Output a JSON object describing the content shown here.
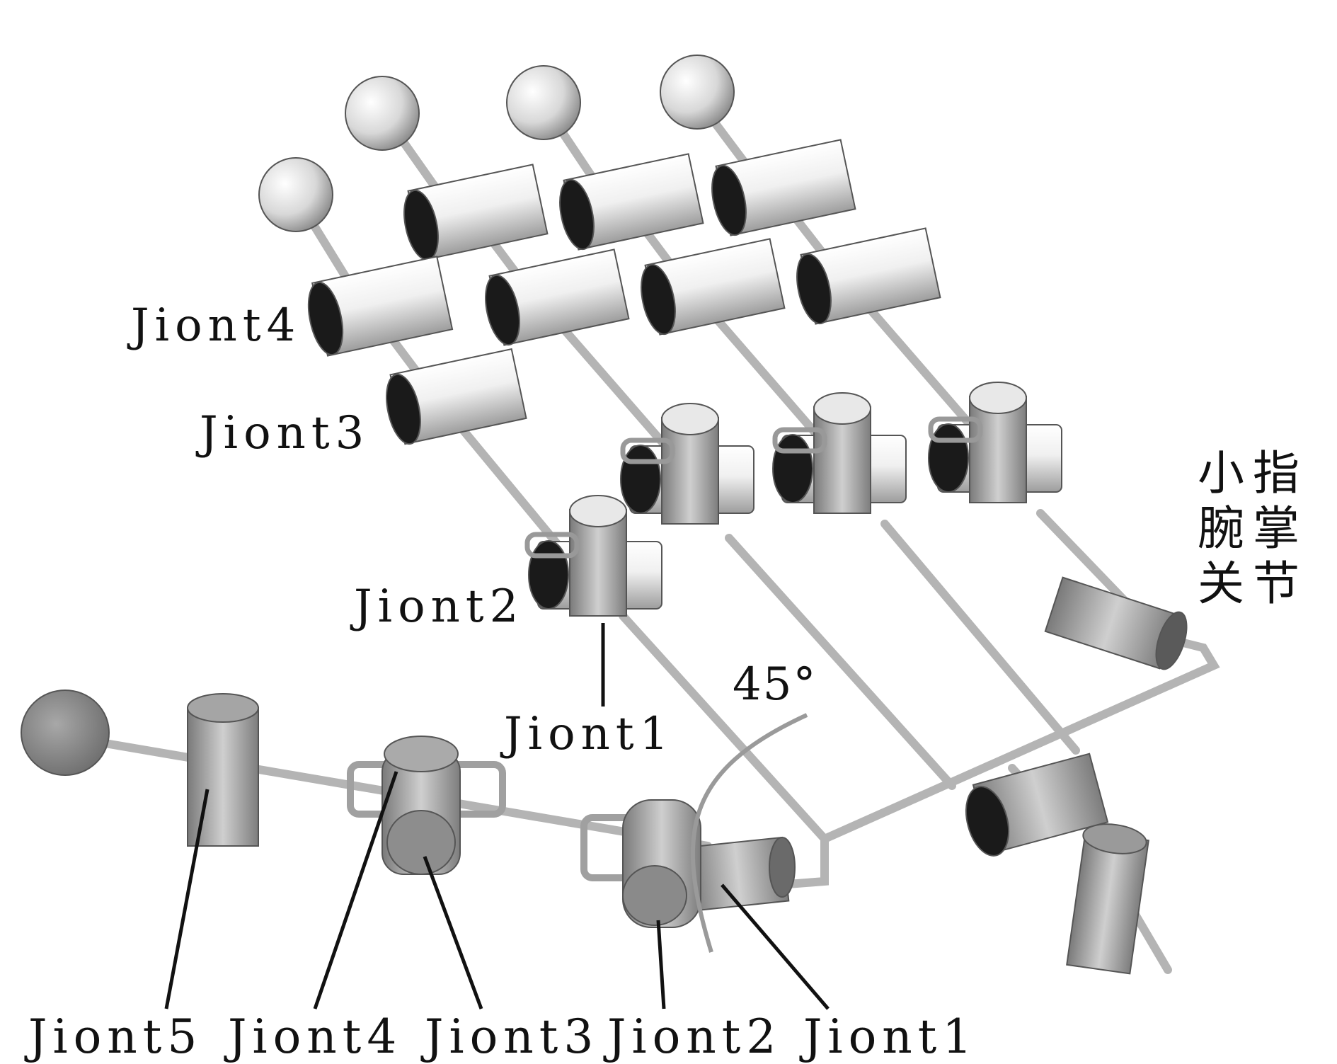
{
  "figure": {
    "upper_labels": {
      "joint4": "Jiont4",
      "joint3": "Jiont3",
      "joint2": "Jiont2",
      "joint1": "Jiont1"
    },
    "angle_label": "45°",
    "side_label_col1": [
      "小",
      "腕",
      "关"
    ],
    "side_label_col2": [
      "指",
      "掌",
      "节"
    ],
    "bottom_labels": [
      "Jiont5",
      "Jiont4",
      "Jiont3",
      "Jiont2",
      "Jiont1"
    ],
    "colors": {
      "rod": "#bdbdbd",
      "cylinder_light": "#f4f4f4",
      "cylinder_shade": "#8a8a8a",
      "disc": "#888888",
      "leader_line": "#111111"
    }
  }
}
